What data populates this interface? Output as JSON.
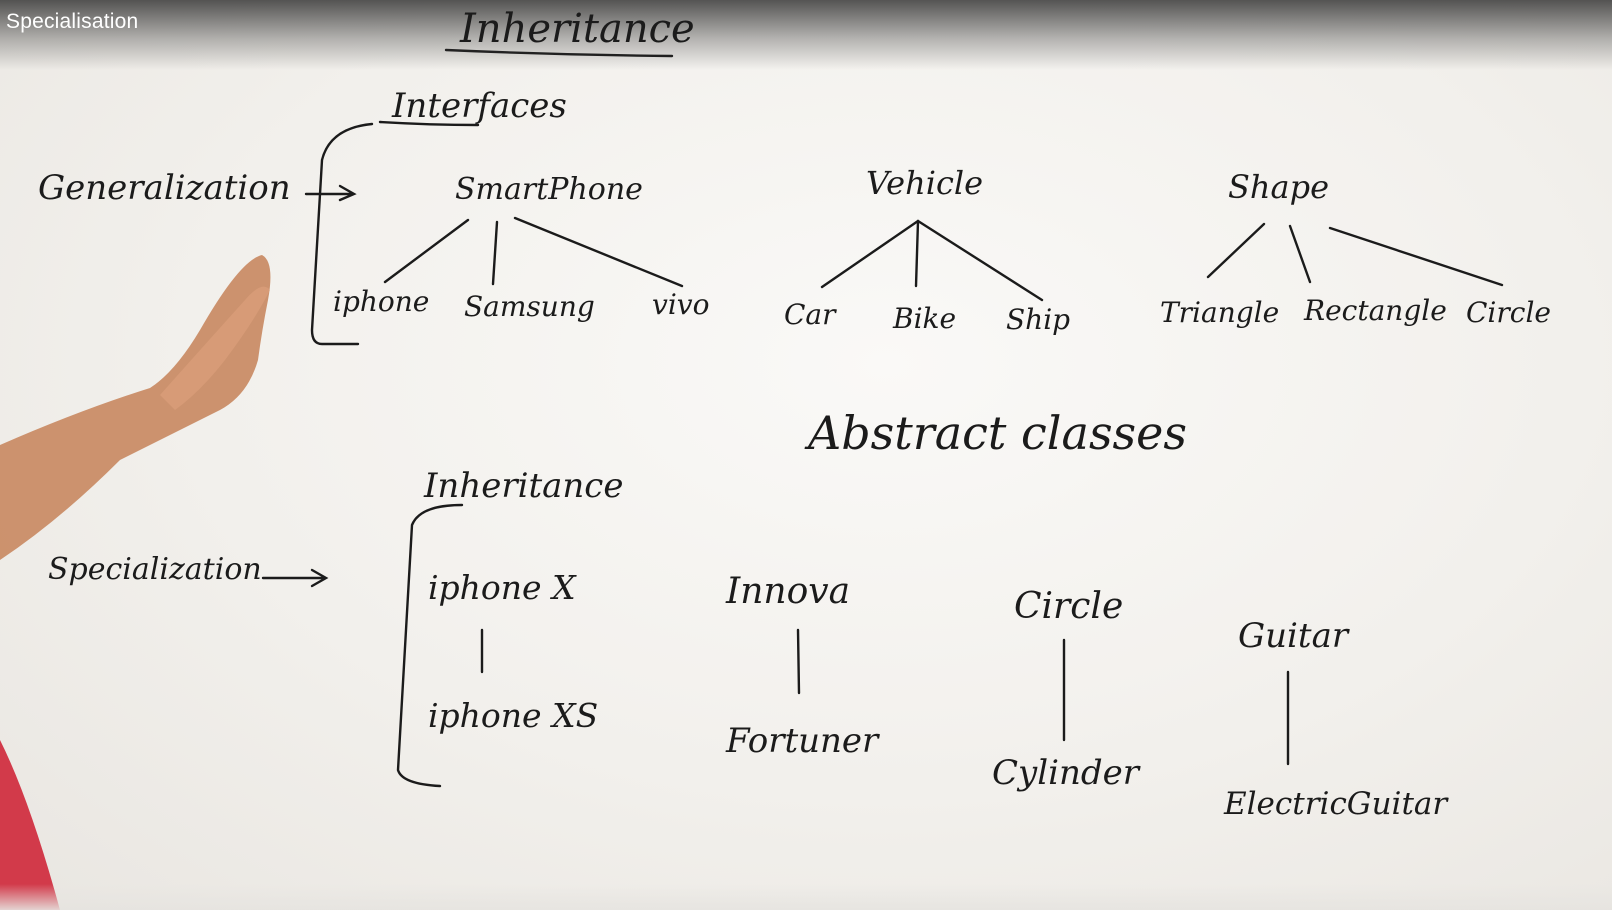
{
  "video": {
    "title": "Specialisation"
  },
  "whiteboard": {
    "heading": "Inheritance",
    "interfaces_label": "Interfaces",
    "generalization_label": "Generalization",
    "specialization_label": "Specialization",
    "abstract_label": "Abstract classes",
    "inheritance_sub_label": "Inheritance",
    "generalization_trees": [
      {
        "parent": "SmartPhone",
        "children": [
          "iphone",
          "Samsung",
          "vivo"
        ]
      },
      {
        "parent": "Vehicle",
        "children": [
          "Car",
          "Bike",
          "Ship"
        ]
      },
      {
        "parent": "Shape",
        "children": [
          "Triangle",
          "Rectangle",
          "Circle"
        ]
      }
    ],
    "specialization_pairs": [
      {
        "base": "iphone X",
        "derived": "iphone XS"
      },
      {
        "base": "Innova",
        "derived": "Fortuner"
      },
      {
        "base": "Circle",
        "derived": "Cylinder"
      },
      {
        "base": "Guitar",
        "derived": "ElectricGuitar"
      }
    ],
    "ink_color": "#1b1b1b",
    "board_color": "#f5f3f0"
  }
}
